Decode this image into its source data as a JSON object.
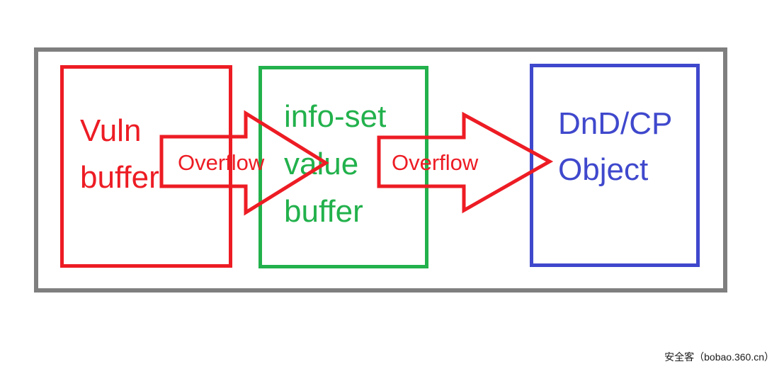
{
  "watermark": {
    "text": "安全客（bobao.360.cn）"
  },
  "colors": {
    "red": "#ed1c24",
    "green": "#22b14c",
    "blue": "#3f48cc",
    "frame_gray": "#7f7f7f",
    "background": "#ffffff"
  },
  "diagram": {
    "boxes": [
      {
        "name": "vuln-buffer",
        "lines": [
          "Vuln",
          "buffer"
        ],
        "color": "#ed1c24"
      },
      {
        "name": "info-set-value-buffer",
        "lines": [
          "info-set",
          "value",
          "buffer"
        ],
        "color": "#22b14c"
      },
      {
        "name": "dnd-cp-object",
        "lines": [
          "DnD/CP",
          "Object"
        ],
        "color": "#3f48cc"
      }
    ],
    "arrows": [
      {
        "name": "overflow-arrow-left",
        "label": "Overflow",
        "color": "#ed1c24"
      },
      {
        "name": "overflow-arrow-right",
        "label": "Overflow",
        "color": "#ed1c24"
      }
    ]
  }
}
